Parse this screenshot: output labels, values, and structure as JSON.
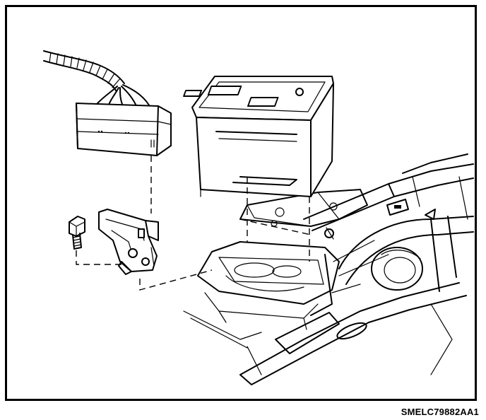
{
  "figure": {
    "id_label": "SMELC79882AA1"
  },
  "components": [
    {
      "name": "wiring-harness-connector"
    },
    {
      "name": "battery"
    },
    {
      "name": "bolt"
    },
    {
      "name": "mounting-bracket"
    },
    {
      "name": "battery-tray"
    },
    {
      "name": "vehicle-frame"
    }
  ],
  "colors": {
    "line": "#000000",
    "background": "#ffffff"
  }
}
